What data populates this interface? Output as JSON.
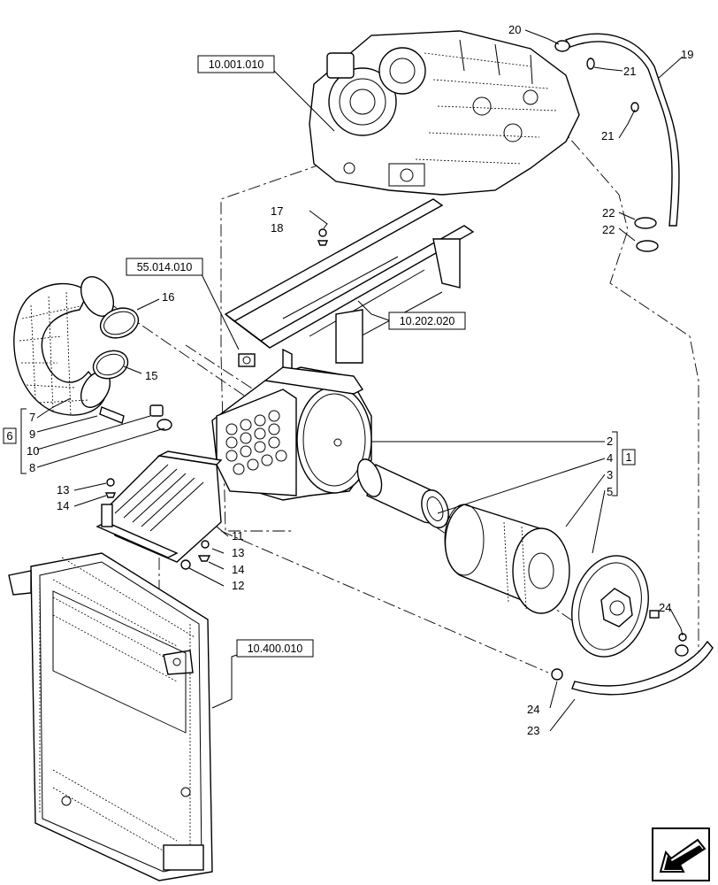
{
  "reference_labels": {
    "engine": "10.001.010",
    "frame_support": "55.014.010",
    "chassis": "10.202.020",
    "radiator": "10.400.010"
  },
  "assembly_groups": {
    "group_6": "6",
    "group_1": "1"
  },
  "callouts": {
    "c20": "20",
    "c21a": "21",
    "c19": "19",
    "c21b": "21",
    "c17": "17",
    "c18": "18",
    "c22a": "22",
    "c22b": "22",
    "c16": "16",
    "c15": "15",
    "c7": "7",
    "c9": "9",
    "c10": "10",
    "c8": "8",
    "c2": "2",
    "c4": "4",
    "c3": "3",
    "c5": "5",
    "c13a": "13",
    "c14a": "14",
    "c11": "11",
    "c13b": "13",
    "c14b": "14",
    "c12": "12",
    "c24a": "24",
    "c24b": "24",
    "c23": "23"
  },
  "icons": {
    "nav": "back-arrow-icon"
  }
}
